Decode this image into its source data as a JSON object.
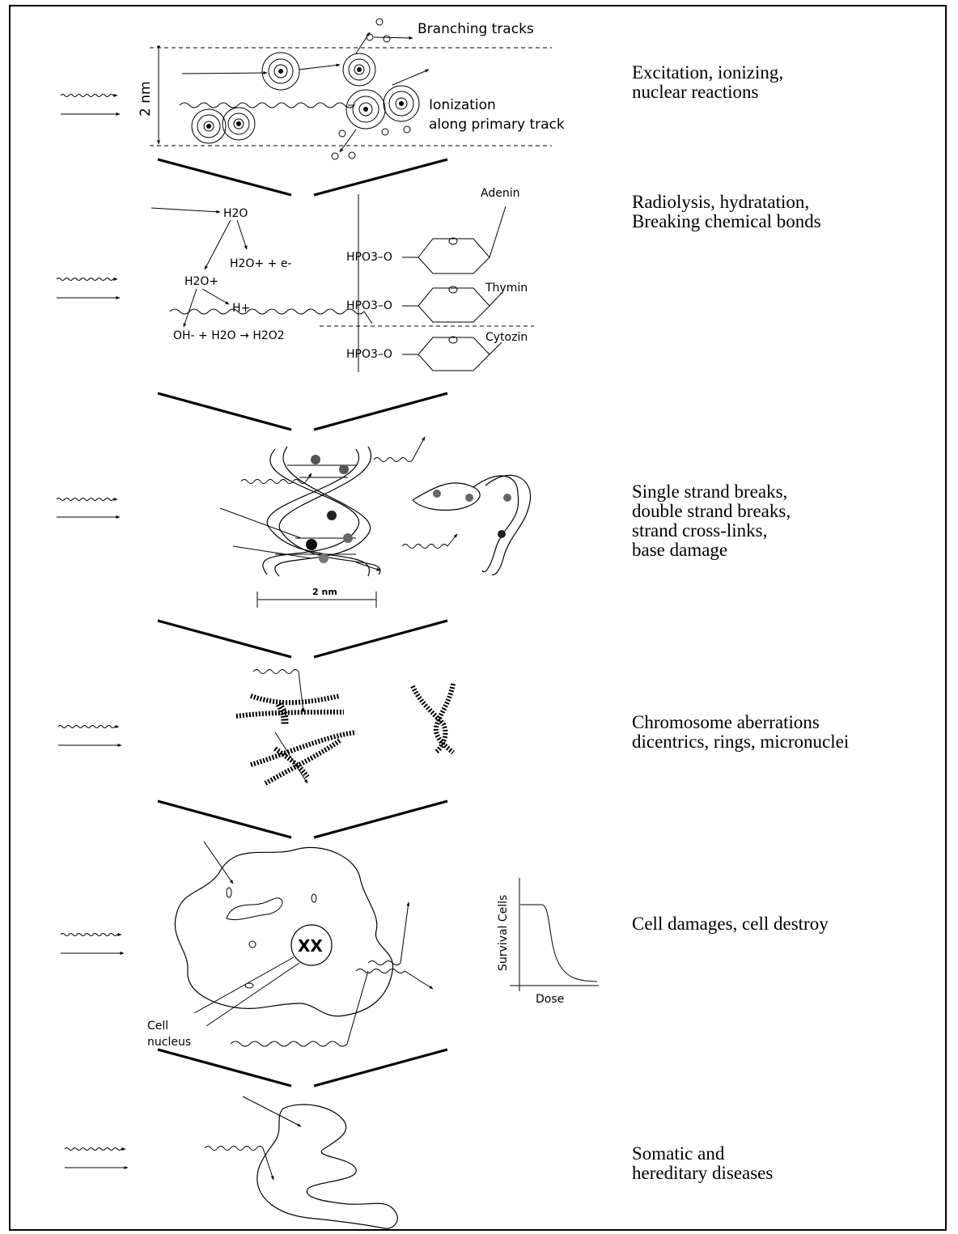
{
  "stages": [
    {
      "id": "physical",
      "caption_lines": [
        "Excitation, ionizing,",
        "nuclear reactions"
      ],
      "labels": {
        "branching": "Branching tracks",
        "ionization_line1": "Ionization",
        "ionization_line2": "along primary track",
        "scale": "2 nm"
      }
    },
    {
      "id": "chemical",
      "caption_lines": [
        "Radiolysis, hydratation,",
        "Breaking chemical bonds"
      ],
      "labels": {
        "water": "H2O",
        "ion_products": "H2O+ + e-",
        "water_ion": "H2O+",
        "proton": "H+",
        "peroxide_reaction": "OH- + H2O → H2O2",
        "phosphate": "HPO3–O",
        "bases": [
          "Adenin",
          "Thymin",
          "Cytozin"
        ]
      }
    },
    {
      "id": "dna",
      "caption_lines": [
        "Single strand breaks,",
        "double strand breaks,",
        "strand cross-links,",
        "base damage"
      ],
      "labels": {
        "scale": "2 nm"
      }
    },
    {
      "id": "chromosome",
      "caption_lines": [
        "Chromosome aberrations",
        "dicentrics, rings, micronuclei"
      ]
    },
    {
      "id": "cell",
      "caption_lines": [
        "Cell damages, cell destroy"
      ],
      "labels": {
        "nucleus_line1": "Cell",
        "nucleus_line2": "nucleus",
        "survival_ylabel": "Survival Cells",
        "survival_xlabel": "Dose"
      }
    },
    {
      "id": "organism",
      "caption_lines": [
        "Somatic and",
        "hereditary diseases"
      ]
    }
  ]
}
